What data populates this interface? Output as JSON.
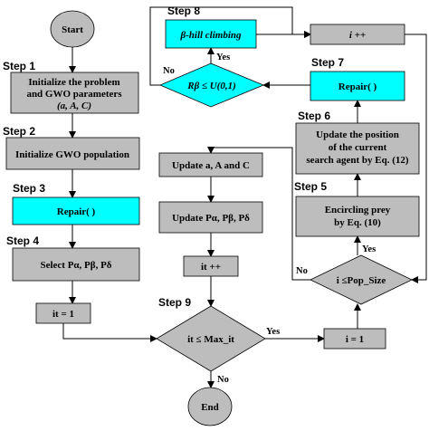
{
  "steps": {
    "s1": "Step 1",
    "s2": "Step 2",
    "s3": "Step 3",
    "s4": "Step 4",
    "s5": "Step 5",
    "s6": "Step 6",
    "s7": "Step 7",
    "s8": "Step 8",
    "s9": "Step 9"
  },
  "nodes": {
    "start": "Start",
    "init_problem": [
      "Initialize the problem",
      "and GWO parameters",
      "(a, A, C)"
    ],
    "init_pop": "Initialize GWO population",
    "repair_left": "Repair( )",
    "select": "Select  Pα, Pβ, Pδ",
    "it_eq_1": "it = 1",
    "update_aAC": "Update a, A and C",
    "update_P": "Update  Pα, Pβ, Pδ",
    "it_inc": "it ++",
    "it_cond": "it ≤ Max_it",
    "end": "End",
    "i_eq_1": "i = 1",
    "i_cond": "i ≤Pop_Size",
    "encircle": [
      "Encircling prey",
      "by Eq. (10)"
    ],
    "update_pos": [
      "Update the position",
      "of the current",
      "search agent by Eq. (12)"
    ],
    "repair_right": "Repair( )",
    "r_cond": "Rβ ≤ U(0,1)",
    "hill": "β-hill climbing",
    "i_inc": "i ++"
  },
  "edges": {
    "yes_main": "Yes",
    "no_main": "No",
    "yes_pop": "Yes",
    "no_pop": "No",
    "yes_r": "Yes",
    "no_r": "No"
  },
  "colors": {
    "process": "#bdbdbd",
    "highlight": "#00ffff"
  }
}
